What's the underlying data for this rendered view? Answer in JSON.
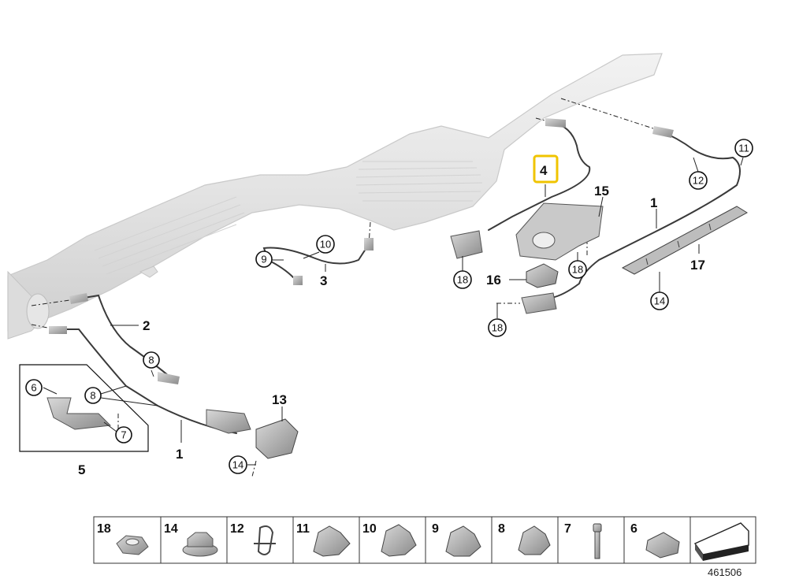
{
  "labels": {
    "l1a": "1",
    "l1b": "1",
    "l2": "2",
    "l3": "3",
    "l4": "4",
    "l5": "5",
    "l13": "13",
    "l15": "15",
    "l16": "16",
    "l17": "17"
  },
  "callouts": {
    "c6": "6",
    "c7": "7",
    "c8a": "8",
    "c8b": "8",
    "c9": "9",
    "c10": "10",
    "c11": "11",
    "c12": "12",
    "c14a": "14",
    "c14b": "14",
    "c18a": "18",
    "c18b": "18",
    "c18c": "18"
  },
  "legend": [
    "18",
    "14",
    "12",
    "11",
    "10",
    "9",
    "8",
    "7",
    "6"
  ],
  "reference_number": "461506",
  "highlight_color": "#f0c400"
}
